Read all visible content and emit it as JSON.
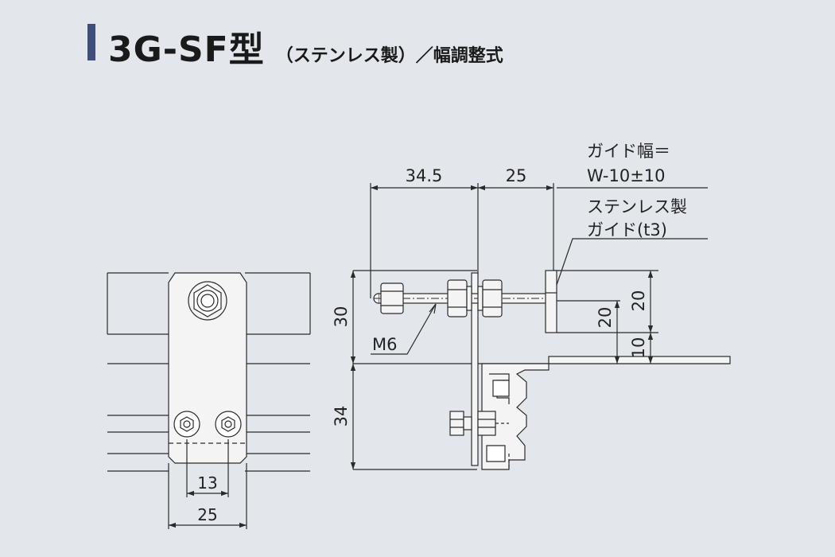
{
  "header": {
    "title": "3G-SF型",
    "subtitle": "（ステンレス製）／幅調整式"
  },
  "dimensions": {
    "d_34_5": "34.5",
    "d_25_top": "25",
    "d_30": "30",
    "d_34": "34",
    "d_20_outer": "20",
    "d_20_inner": "20",
    "d_10": "10",
    "d_13": "13",
    "d_25_bottom": "25"
  },
  "labels": {
    "guide_width_line1": "ガイド幅＝",
    "guide_width_line2": "W-10±10",
    "material_line1": "ステンレス製",
    "material_line2": "ガイド(t3)",
    "bolt": "M6"
  },
  "colors": {
    "background": "#e3e7ec",
    "accent_bar": "#3d4f7a",
    "line": "#2a2a2a",
    "part_fill": "#f4f4f4"
  }
}
